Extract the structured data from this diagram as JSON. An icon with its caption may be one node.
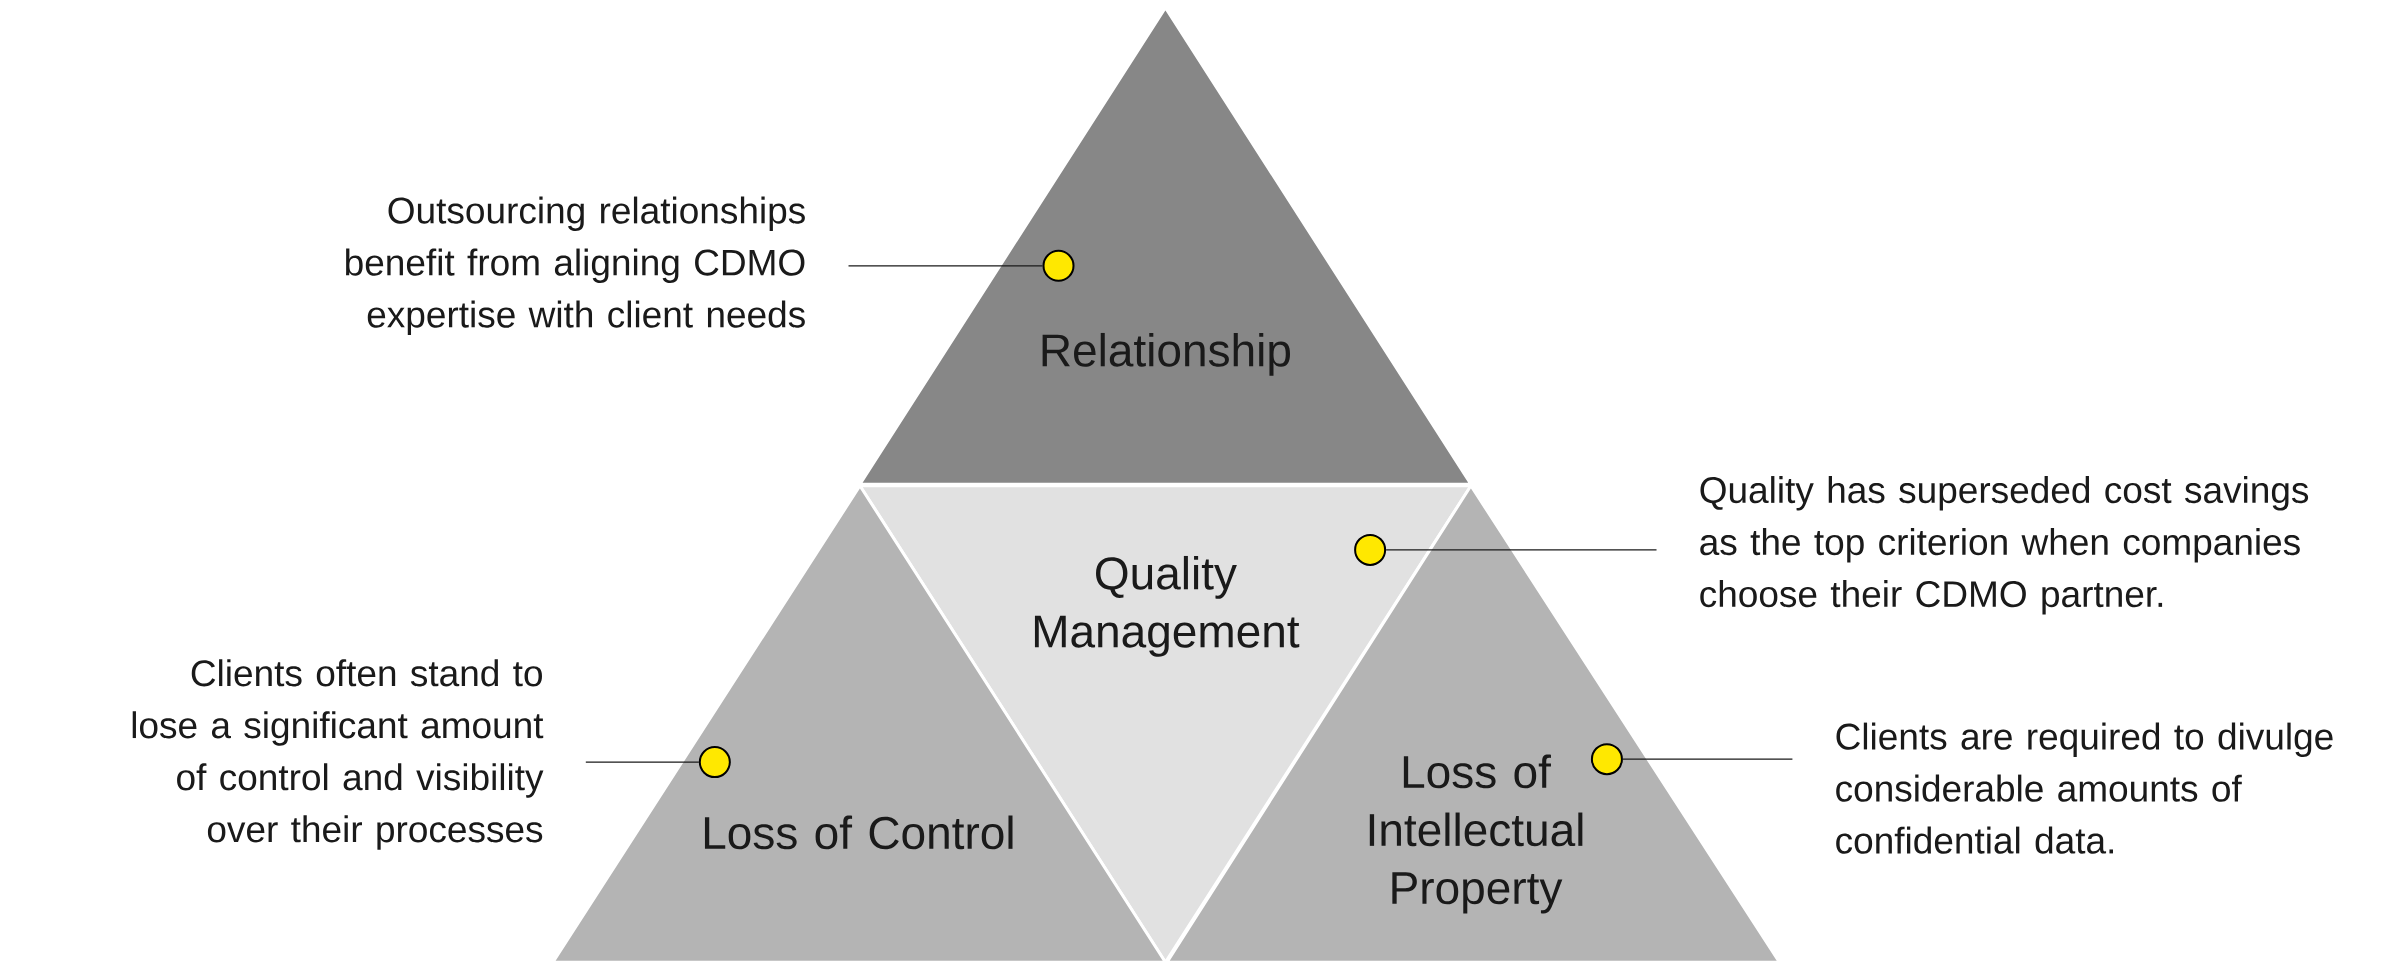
{
  "diagram": {
    "nodes": [
      {
        "text": [
          "Relationship"
        ]
      },
      {
        "text": [
          "Quality Management"
        ]
      },
      {
        "text": [
          "Loss of Control"
        ]
      },
      {
        "text": [
          "Loss of Intellectual Property"
        ]
      },
      {
        "text": [
          "Outsourcing relationships benefit from aligning CDMO expertise with client needs"
        ]
      },
      {
        "text": [
          "Quality has superseded cost savings as the top criterion when companies choose their CDMO partner."
        ]
      },
      {
        "text": [
          "Clients often stand to lose a significant amount of control and visibility over their processes"
        ]
      },
      {
        "text": [
          "Clients are required to divulge considerable amounts of confidential data."
        ]
      },
      {
        "text": [],
        "shape": "circle",
        "in": 0
      },
      {
        "text": [],
        "shape": "circle",
        "in": 1
      },
      {
        "text": [],
        "shape": "circle",
        "in": 2
      },
      {
        "text": [],
        "shape": "circle",
        "in": 3
      }
    ],
    "edges": [
      {
        "from": 4,
        "to": 8,
        "arrow": "none"
      },
      {
        "from": 5,
        "to": 9,
        "arrow": "none"
      },
      {
        "from": 6,
        "to": 10,
        "arrow": "none"
      },
      {
        "from": 7,
        "to": 11,
        "arrow": "none"
      }
    ]
  }
}
